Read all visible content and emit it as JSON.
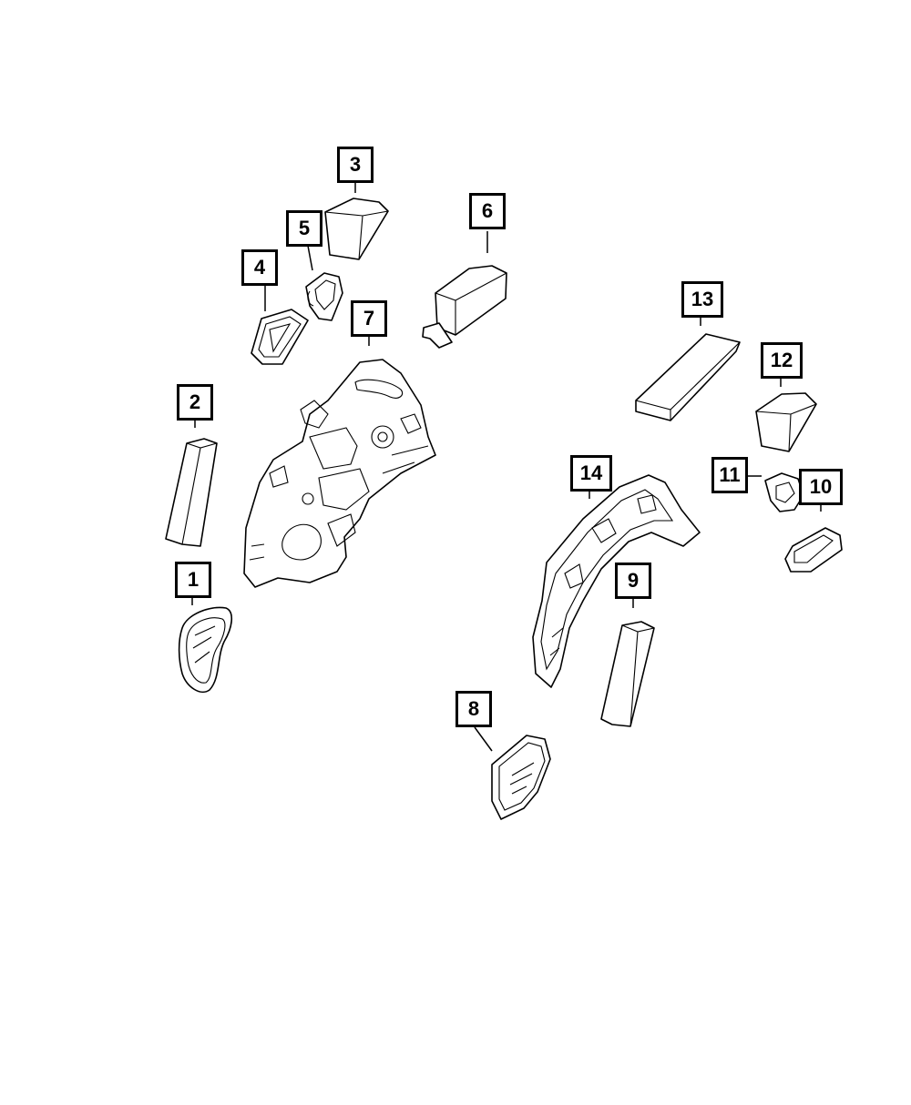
{
  "callouts": [
    {
      "key": "c1",
      "label": "1"
    },
    {
      "key": "c2",
      "label": "2"
    },
    {
      "key": "c3",
      "label": "3"
    },
    {
      "key": "c4",
      "label": "4"
    },
    {
      "key": "c5",
      "label": "5"
    },
    {
      "key": "c6",
      "label": "6"
    },
    {
      "key": "c7",
      "label": "7"
    },
    {
      "key": "c8",
      "label": "8"
    },
    {
      "key": "c9",
      "label": "9"
    },
    {
      "key": "c10",
      "label": "10"
    },
    {
      "key": "c11",
      "label": "11"
    },
    {
      "key": "c12",
      "label": "12"
    },
    {
      "key": "c13",
      "label": "13"
    },
    {
      "key": "c14",
      "label": "14"
    }
  ]
}
